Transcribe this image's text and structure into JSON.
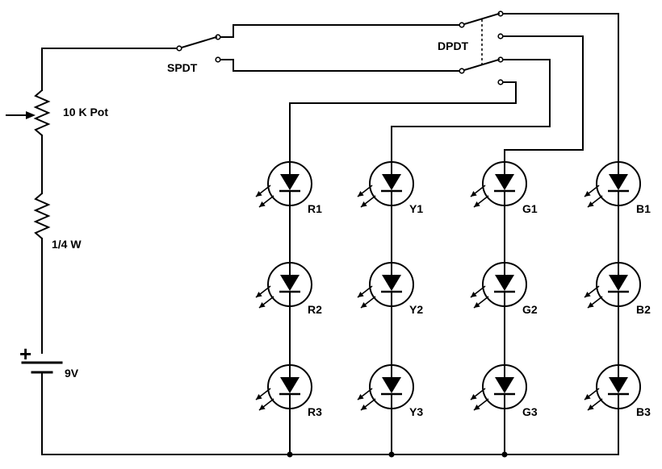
{
  "labels": {
    "spdt": "SPDT",
    "dpdt": "DPDT",
    "pot": "10 K Pot",
    "resistor": "1/4 W",
    "battery_voltage": "9V",
    "battery_plus": "+"
  },
  "leds": [
    {
      "column": "red",
      "labels": [
        "R1",
        "R2",
        "R3"
      ]
    },
    {
      "column": "yellow",
      "labels": [
        "Y1",
        "Y2",
        "Y3"
      ]
    },
    {
      "column": "green",
      "labels": [
        "G1",
        "G2",
        "G3"
      ]
    },
    {
      "column": "blue",
      "labels": [
        "B1",
        "B2",
        "B3"
      ]
    }
  ],
  "colors": {
    "ink": "#000000",
    "background": "#ffffff"
  }
}
